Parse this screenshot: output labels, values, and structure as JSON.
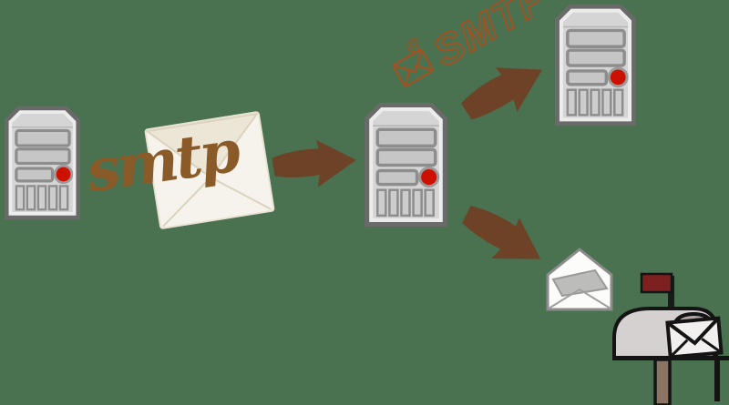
{
  "scene": {
    "description": "SMTP email flow diagram",
    "background_color": "#4a7150",
    "labels": {
      "smtp_script": "smtp",
      "smtp_caps": "SMTP",
      "at_sign": "@"
    },
    "colors": {
      "arrow": "#6e4226",
      "smtp_script_text": "#8a5a28",
      "smtp_outline_text": "#9a5526",
      "server_frame": "#6a6a6a",
      "server_body": "#d5d5d5",
      "server_power_led": "#cc1100",
      "message_envelope": "#f6f3ec",
      "open_envelope": "#fcfcfb",
      "open_envelope_paper": "#bcbcba",
      "mailbox_body": "#d6d1d1",
      "mailbox_flag": "#7c2020",
      "mailbox_post": "#8b7463",
      "mailbox_outline": "#141414"
    }
  }
}
